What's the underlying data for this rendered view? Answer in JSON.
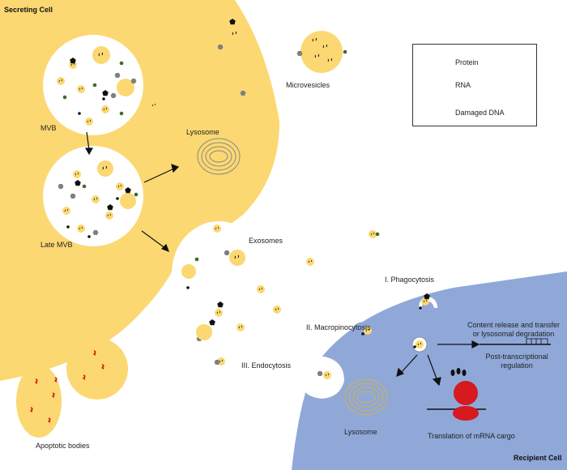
{
  "colors": {
    "secreting_cell": "#fbd872",
    "recipient_cell": "#8fa8d8",
    "vesicle": "#fbd872",
    "protein_black": "#111111",
    "protein_grey": "#7f7f7f",
    "protein_green": "#3e6b2a",
    "damaged_dna": "#e01010",
    "ribosome": "#d71920",
    "lysosome_ring": "#d6b24a"
  },
  "labels": {
    "secreting_cell": "Secreting Cell",
    "recipient_cell": "Recipient Cell",
    "mvb": "MVB",
    "late_mvb": "Late MVB",
    "lysosome_top": "Lysosome",
    "microvesicles": "Microvesicles",
    "exosomes": "Exosomes",
    "apoptotic_bodies": "Apoptotic bodies",
    "phagocytosis": "I. Phagocytosis",
    "macropinocytosis": "II. Macropinocytosis",
    "endocytosis": "III. Endocytosis",
    "content_release": "Content release and transfer or lysosomal degradation",
    "post_transcriptional": "Post-transcriptional regulation",
    "translation": "Translation of mRNA cargo",
    "lysosome_bottom": "Lysosome"
  },
  "legend": {
    "protein": "Protein",
    "rna": "RNA",
    "damaged_dna": "Damaged DNA"
  }
}
